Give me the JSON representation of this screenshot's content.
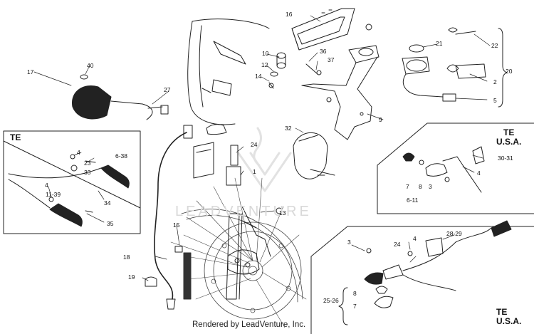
{
  "watermark": "LEADVENTURE",
  "credit": "Rendered by LeadVenture, Inc.",
  "box_te_left": {
    "title": "TE"
  },
  "box_te_usa_top": {
    "title_line1": "TE",
    "title_line2": "U.S.A."
  },
  "box_te_usa_bottom": {
    "title_line1": "TE",
    "title_line2": "U.S.A."
  },
  "callouts": {
    "c1": "1",
    "c2": "2",
    "c3a": "3",
    "c3b": "3",
    "c4a": "4",
    "c4b": "4",
    "c4c": "4",
    "c4d": "4",
    "c5": "5",
    "c6_11": "6-11",
    "c6_38": "6-38",
    "c7a": "7",
    "c7b": "7",
    "c8a": "8",
    "c8b": "8",
    "c9": "9",
    "c10": "10",
    "c11_39": "11-39",
    "c12": "12",
    "c13": "13",
    "c14": "14",
    "c15": "15",
    "c16": "16",
    "c17": "17",
    "c18": "18",
    "c19": "19",
    "c20": "20",
    "c21": "21",
    "c22": "22",
    "c23": "23",
    "c24a": "24",
    "c24b": "24",
    "c25_26": "25-26",
    "c27": "27",
    "c28_29": "28-29",
    "c30_31": "30-31",
    "c32": "32",
    "c33": "33",
    "c34": "34",
    "c35": "35",
    "c36": "36",
    "c37": "37",
    "c40": "40"
  }
}
